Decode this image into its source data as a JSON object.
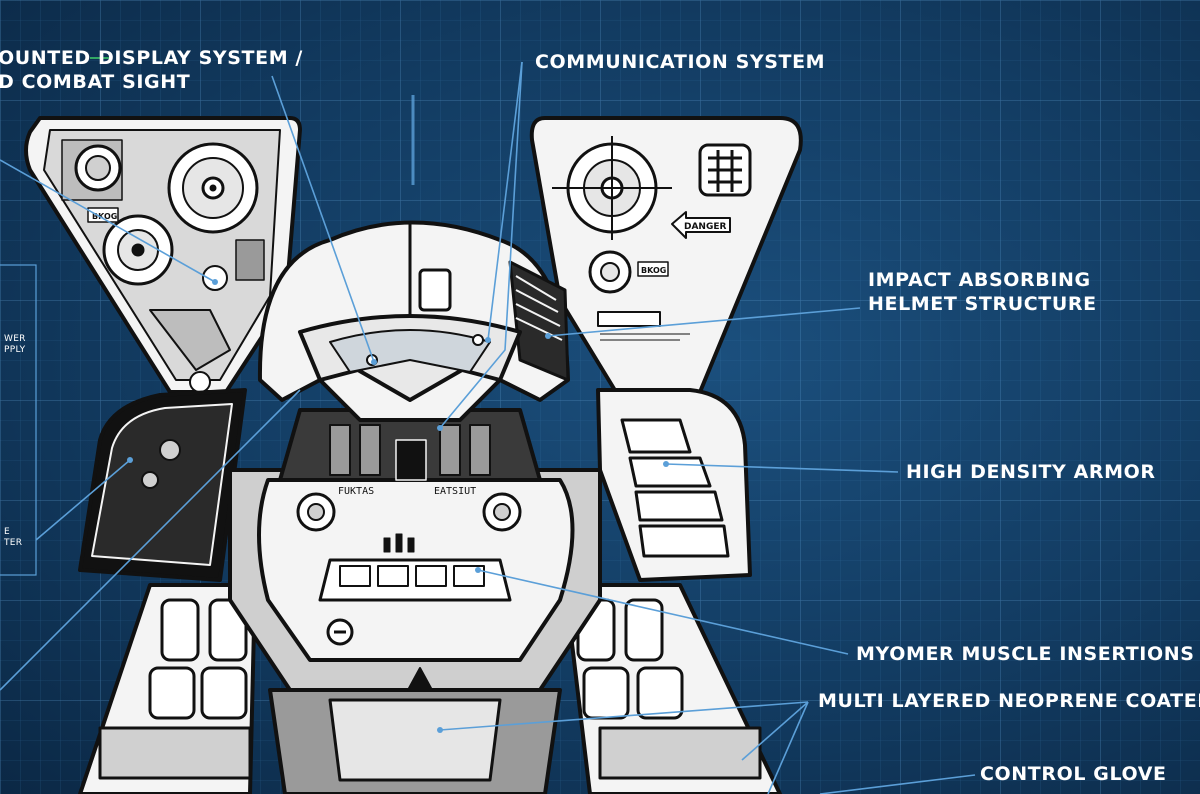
{
  "callouts": {
    "display_system": {
      "line1": "OUNTED DISPLAY SYSTEM /",
      "line2": "D COMBAT SIGHT"
    },
    "communication": {
      "line1": "COMMUNICATION SYSTEM"
    },
    "helmet": {
      "line1": "IMPACT ABSORBING",
      "line2": "HELMET STRUCTURE"
    },
    "armor": {
      "line1": "HIGH DENSITY ARMOR"
    },
    "myomer": {
      "line1": "MYOMER MUSCLE INSERTIONS"
    },
    "neoprene": {
      "line1": "MULTI LAYERED NEOPRENE COATED"
    },
    "glove": {
      "line1": "CONTROL GLOVE"
    }
  },
  "side_panel": {
    "power_a": "WER",
    "power_b": "PPLY",
    "filter_a": "E",
    "filter_b": "TER"
  },
  "plate_text": {
    "brand": "BKOG",
    "danger": "DANGER",
    "chest_left": "FUKTAS",
    "chest_right": "EATSIUT"
  },
  "colors": {
    "background": "#123b61",
    "grid": "#3f7fb3",
    "leader_line": "#5b9fd8",
    "suit_outline": "#111111",
    "suit_fill": "#f4f4f4",
    "suit_shade": "#9a9a9a"
  }
}
